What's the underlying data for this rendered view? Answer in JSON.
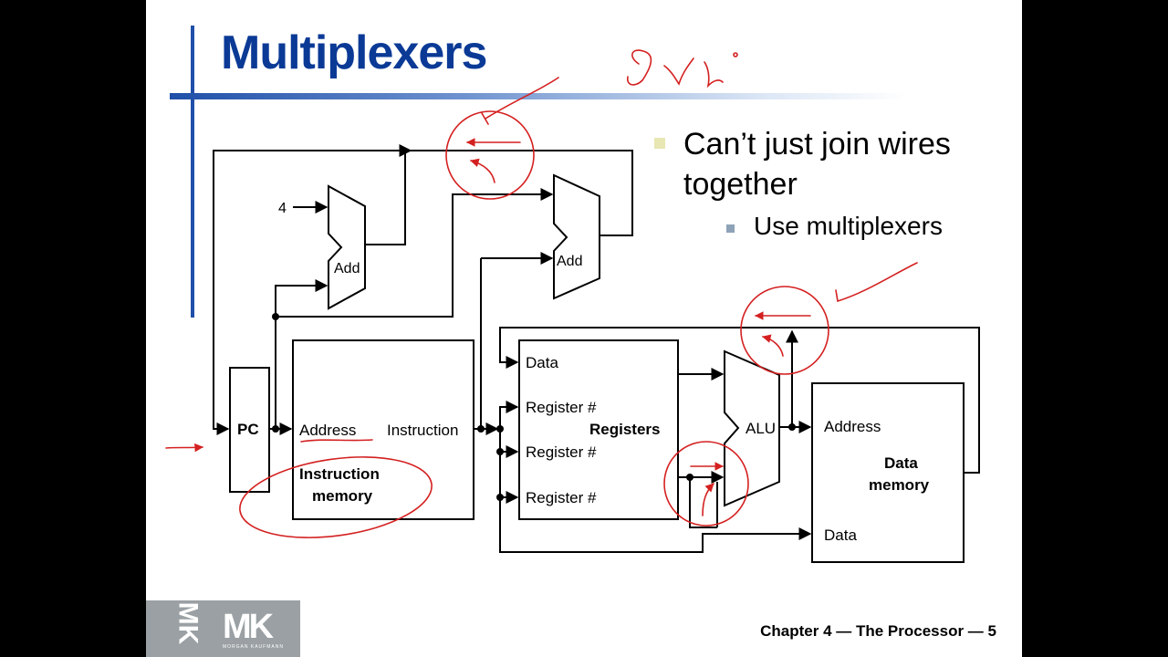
{
  "slide": {
    "title": "Multiplexers",
    "bullet1": "Can’t just join wires together",
    "bullet2": "Use multiplexers",
    "footer": "Chapter 4 — The Processor — 5",
    "logo_small": "MK",
    "logo_large": "MK",
    "logo_publisher": "MORGAN KAUFMANN"
  },
  "diagram": {
    "four": "4",
    "add_upper": "Add",
    "add_right": "Add",
    "pc": "PC",
    "im_address": "Address",
    "im_instruction": "Instruction",
    "im_name_1": "Instruction",
    "im_name_2": "memory",
    "reg_data": "Data",
    "reg_r1": "Register #",
    "reg_r2": "Register #",
    "reg_r3": "Register #",
    "reg_name": "Registers",
    "alu": "ALU",
    "dm_address": "Address",
    "dm_data": "Data",
    "dm_name_1": "Data",
    "dm_name_2": "memory"
  },
  "colors": {
    "title": "#0b3a96",
    "annotation": "#d42020",
    "wire": "#000000"
  }
}
